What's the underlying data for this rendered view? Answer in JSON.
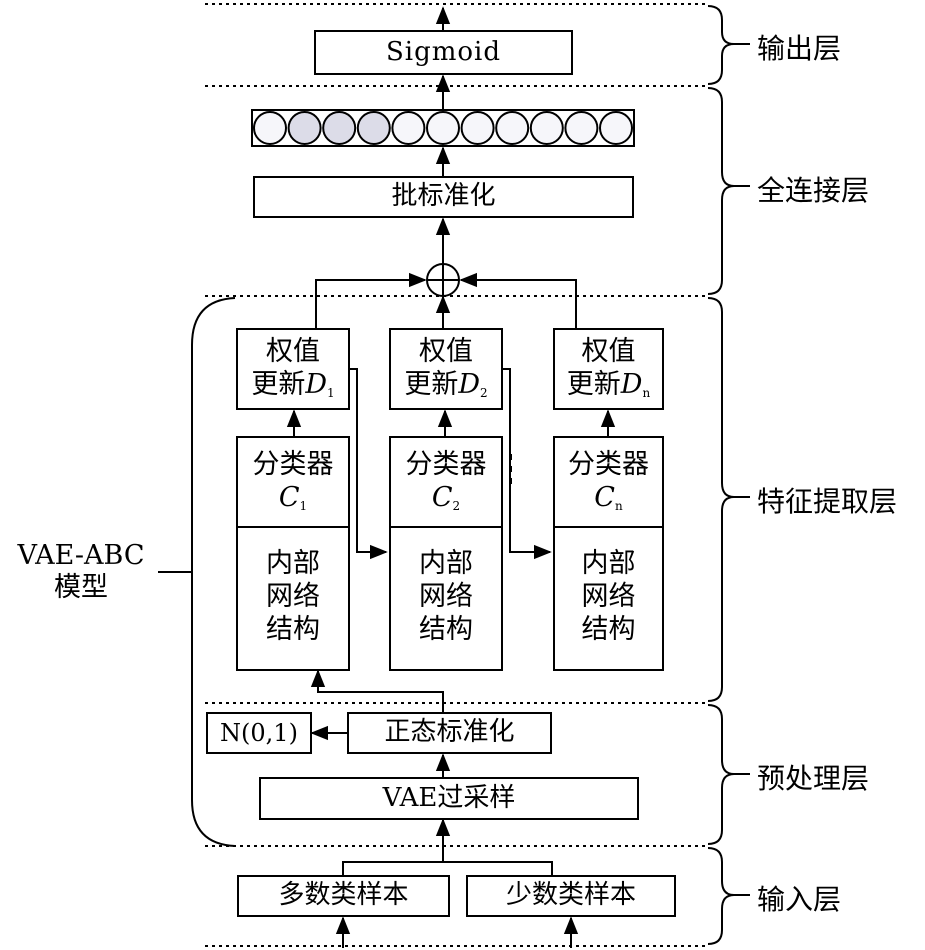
{
  "layers": {
    "output": "输出层",
    "fully_connected": "全连接层",
    "feature_extraction": "特征提取层",
    "preprocessing": "预处理层",
    "input": "输入层"
  },
  "model": {
    "line1": "VAE-ABC",
    "line2": "模型"
  },
  "output_layer": {
    "sigmoid": "Sigmoid"
  },
  "fc_layer": {
    "batch_norm": "批标准化",
    "neuron_count": 11,
    "plus_symbol": "⊕"
  },
  "columns": [
    {
      "weight_line1": "权值",
      "weight_line2": "更新",
      "weight_var": "D",
      "weight_sub": "1",
      "classifier": "分类器",
      "classifier_var": "C",
      "classifier_sub": "1",
      "net_line1": "内部",
      "net_line2": "网络",
      "net_line3": "结构"
    },
    {
      "weight_line1": "权值",
      "weight_line2": "更新",
      "weight_var": "D",
      "weight_sub": "2",
      "classifier": "分类器",
      "classifier_var": "C",
      "classifier_sub": "2",
      "net_line1": "内部",
      "net_line2": "网络",
      "net_line3": "结构"
    },
    {
      "weight_line1": "权值",
      "weight_line2": "更新",
      "weight_var": "D",
      "weight_sub": "n",
      "classifier": "分类器",
      "classifier_var": "C",
      "classifier_sub": "n",
      "net_line1": "内部",
      "net_line2": "网络",
      "net_line3": "结构"
    }
  ],
  "preprocessing": {
    "normalize": "正态标准化",
    "normal_dist": "N(0,1)",
    "vae_oversample": "VAE过采样"
  },
  "input_layer": {
    "majority": "多数类样本",
    "minority": "少数类样本"
  }
}
